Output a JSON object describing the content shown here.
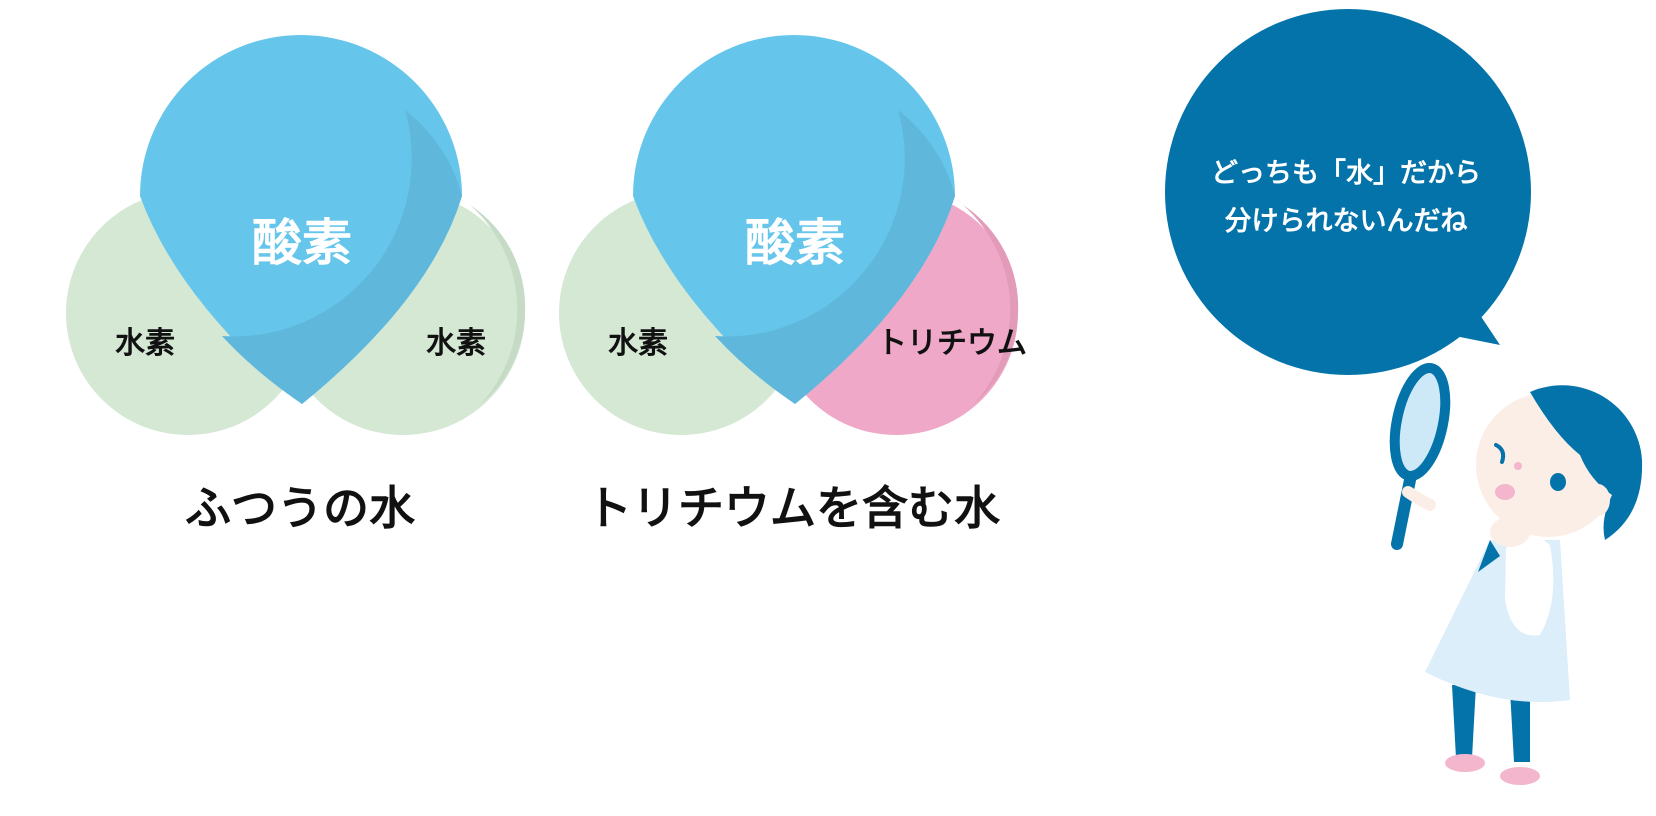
{
  "molecules": [
    {
      "oxygen_label": "酸素",
      "left_label": "水素",
      "right_label": "水素",
      "caption": "ふつうの水"
    },
    {
      "oxygen_label": "酸素",
      "left_label": "水素",
      "right_label": "トリチウム",
      "caption": "トリチウムを含む水"
    }
  ],
  "speech_bubble": {
    "line1": "どっちも「水」だから",
    "line2": "分けられないんだね"
  },
  "colors": {
    "oxygen": "#66c5eb",
    "oxygen_shade": "#5fb8dc",
    "hydrogen": "#d4e8d4",
    "hydrogen_shade": "#c5dbc5",
    "tritium": "#f0a8c8",
    "tritium_shade": "#e29bb8",
    "bubble": "#0373aa",
    "character_dark": "#0373aa",
    "skin": "#fbeee6",
    "dress": "#dbeef9",
    "pink": "#f4b6cc"
  },
  "icons": {
    "character": "girl-with-magnifying-glass-icon"
  }
}
